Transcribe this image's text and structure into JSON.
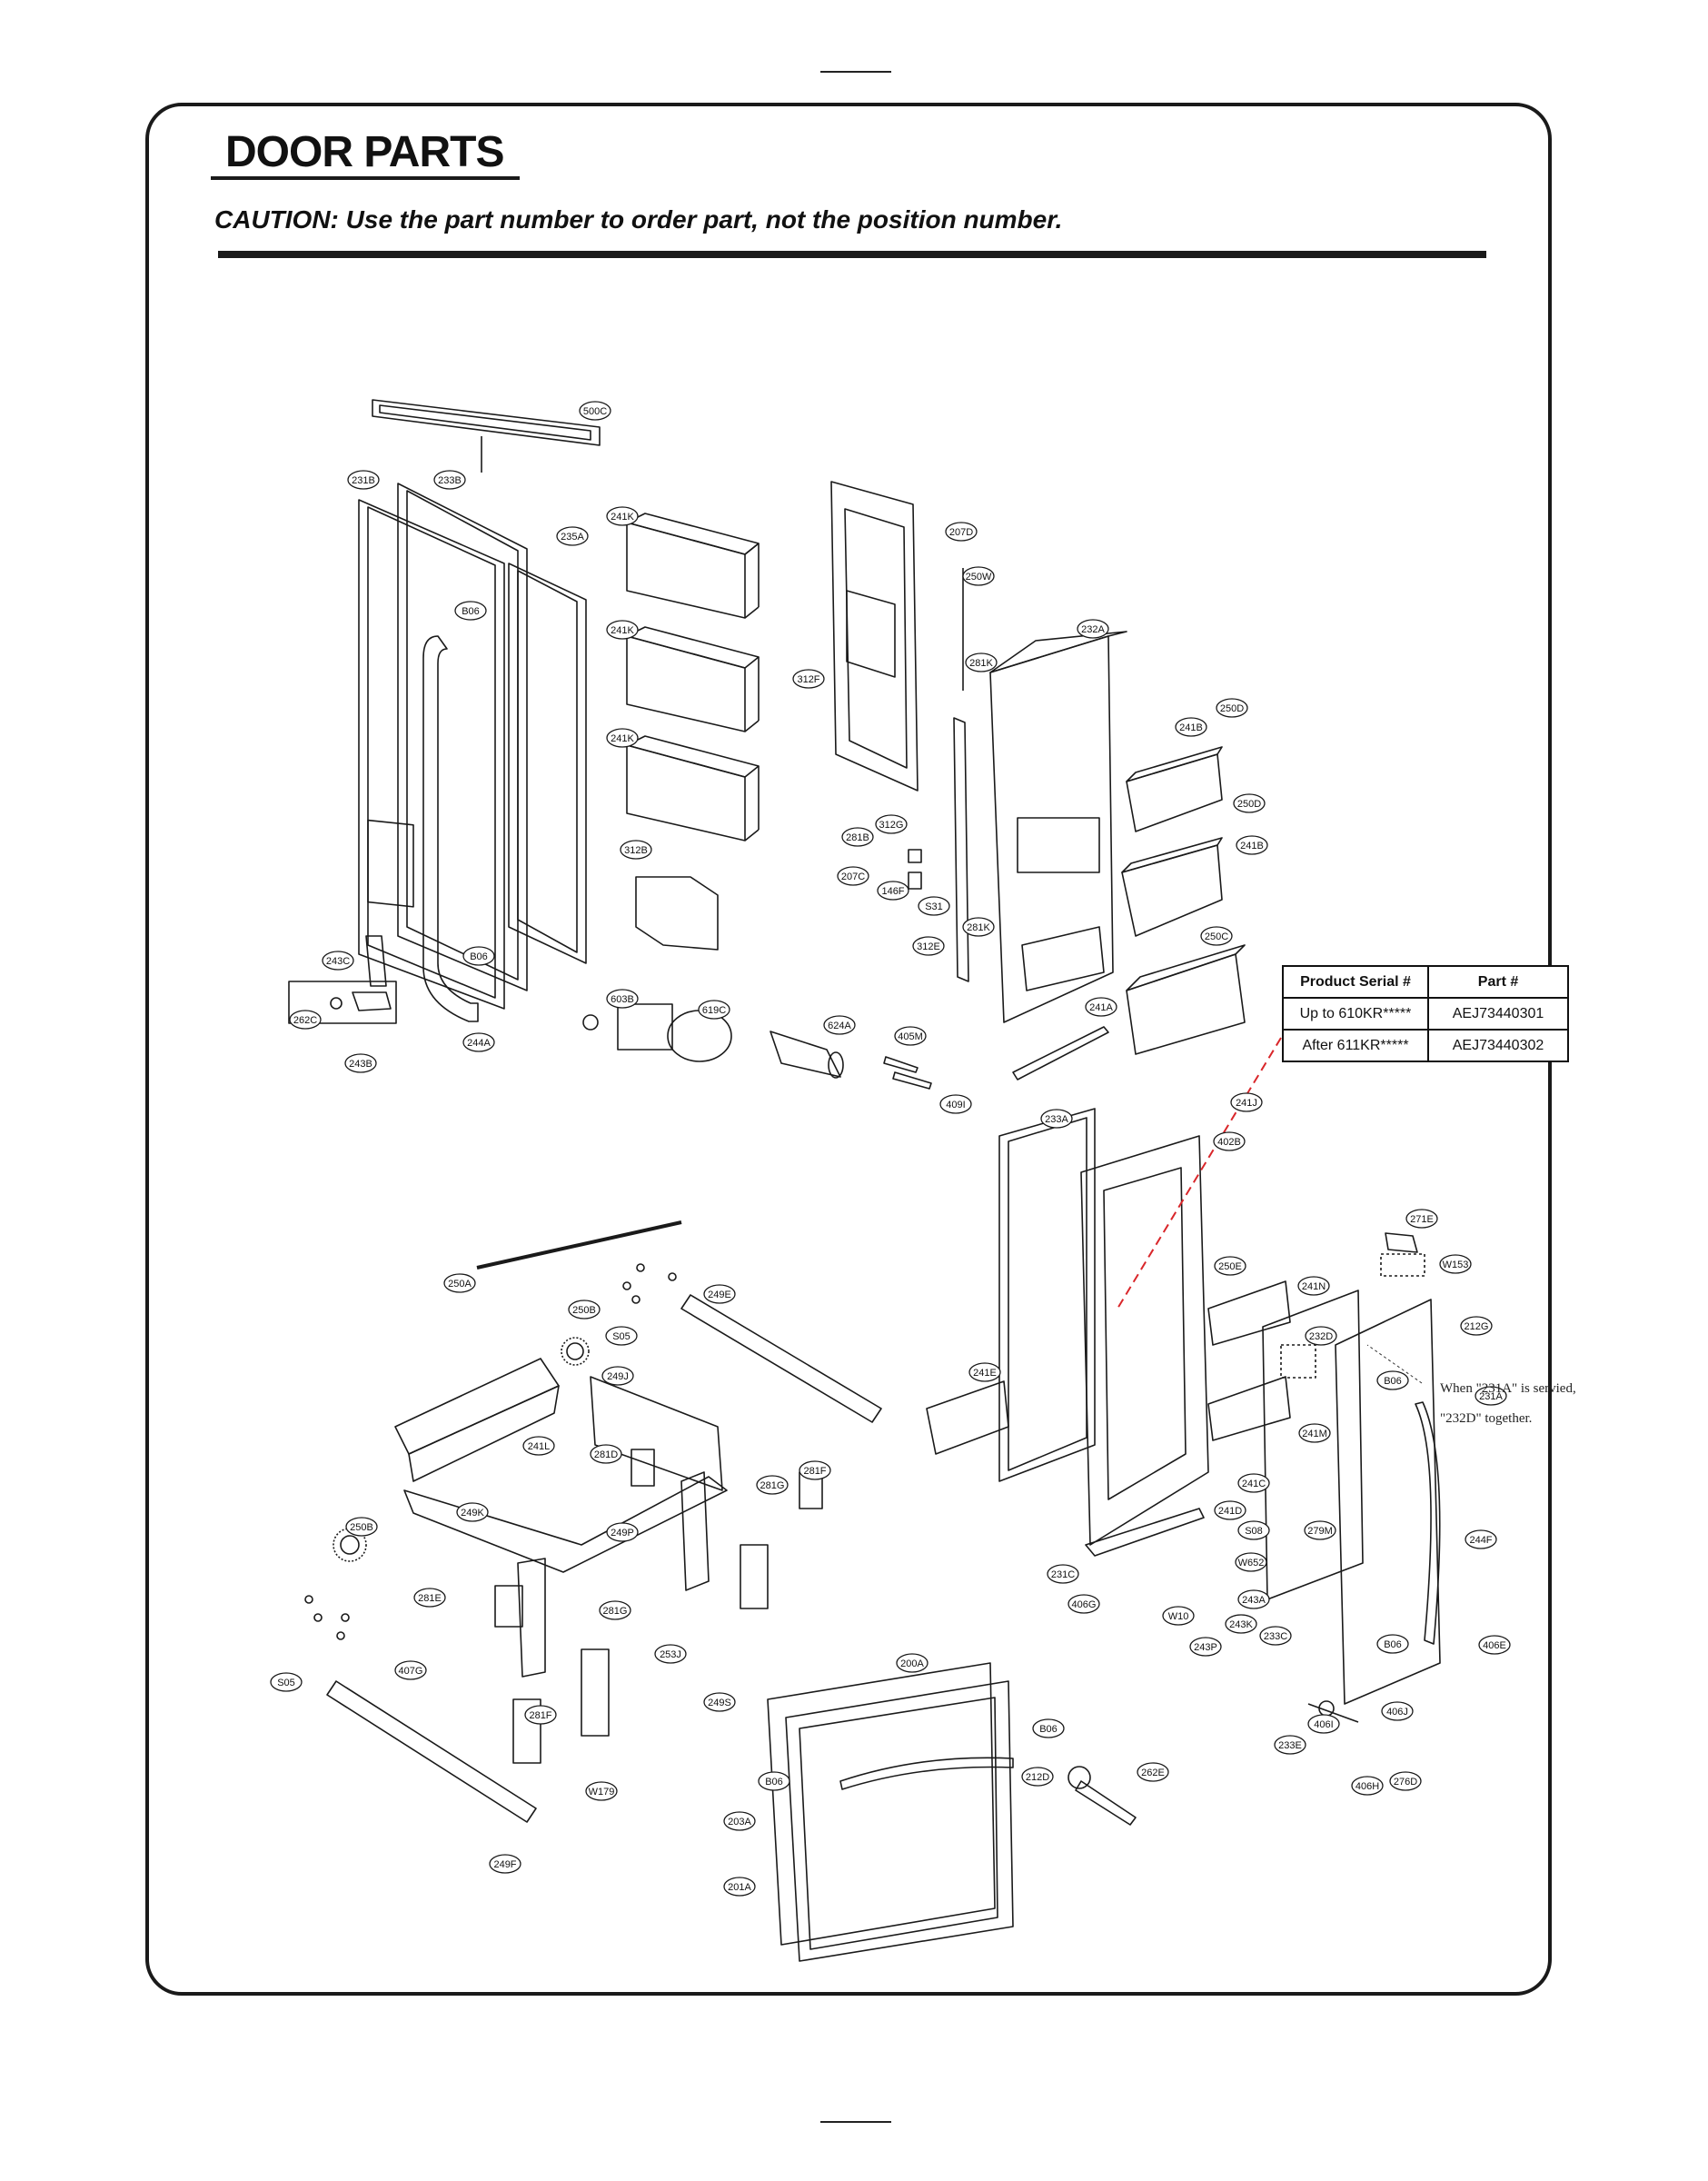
{
  "page": {
    "title": "DOOR PARTS",
    "caution": "CAUTION: Use the part number to order part, not the position number."
  },
  "serial_table": {
    "headers": [
      "Product Serial #",
      "Part #"
    ],
    "rows": [
      [
        "Up to 610KR*****",
        "AEJ73440301"
      ],
      [
        "After 611KR*****",
        "AEJ73440302"
      ]
    ]
  },
  "note": {
    "line1": "When \"231A\" is servied,",
    "line2": "\"232D\" together."
  },
  "callouts": [
    "500C",
    "231B",
    "233B",
    "235A",
    "241K",
    "241K",
    "241K",
    "B06",
    "312B",
    "243C",
    "262C",
    "243B",
    "B06",
    "244A",
    "603B",
    "619C",
    "207D",
    "250W",
    "281K",
    "312F",
    "312G",
    "281B",
    "207C",
    "146F",
    "S31",
    "312E",
    "281K",
    "624A",
    "405M",
    "409I",
    "232A",
    "250D",
    "241B",
    "250D",
    "241B",
    "250C",
    "241A",
    "233A",
    "241J",
    "402B",
    "250E",
    "241N",
    "232D",
    "241E",
    "241M",
    "241C",
    "241D",
    "S08",
    "279M",
    "W652",
    "231C",
    "406G",
    "W10",
    "243A",
    "243K",
    "243P",
    "233C",
    "271E",
    "W153",
    "212G",
    "B06",
    "231A",
    "244F",
    "B06",
    "406E",
    "406J",
    "406I",
    "233E",
    "406H",
    "276D",
    "250A",
    "250B",
    "S05",
    "249E",
    "249J",
    "241L",
    "281D",
    "281F",
    "281G",
    "249K",
    "249P",
    "250B",
    "281E",
    "281G",
    "253J",
    "S05",
    "407G",
    "249S",
    "281F",
    "W179",
    "249F",
    "200A",
    "B06",
    "212D",
    "B06",
    "203A",
    "201A",
    "262E"
  ],
  "colors": {
    "ink": "#1a1a1a",
    "leader_dashed": "#d9262a"
  }
}
